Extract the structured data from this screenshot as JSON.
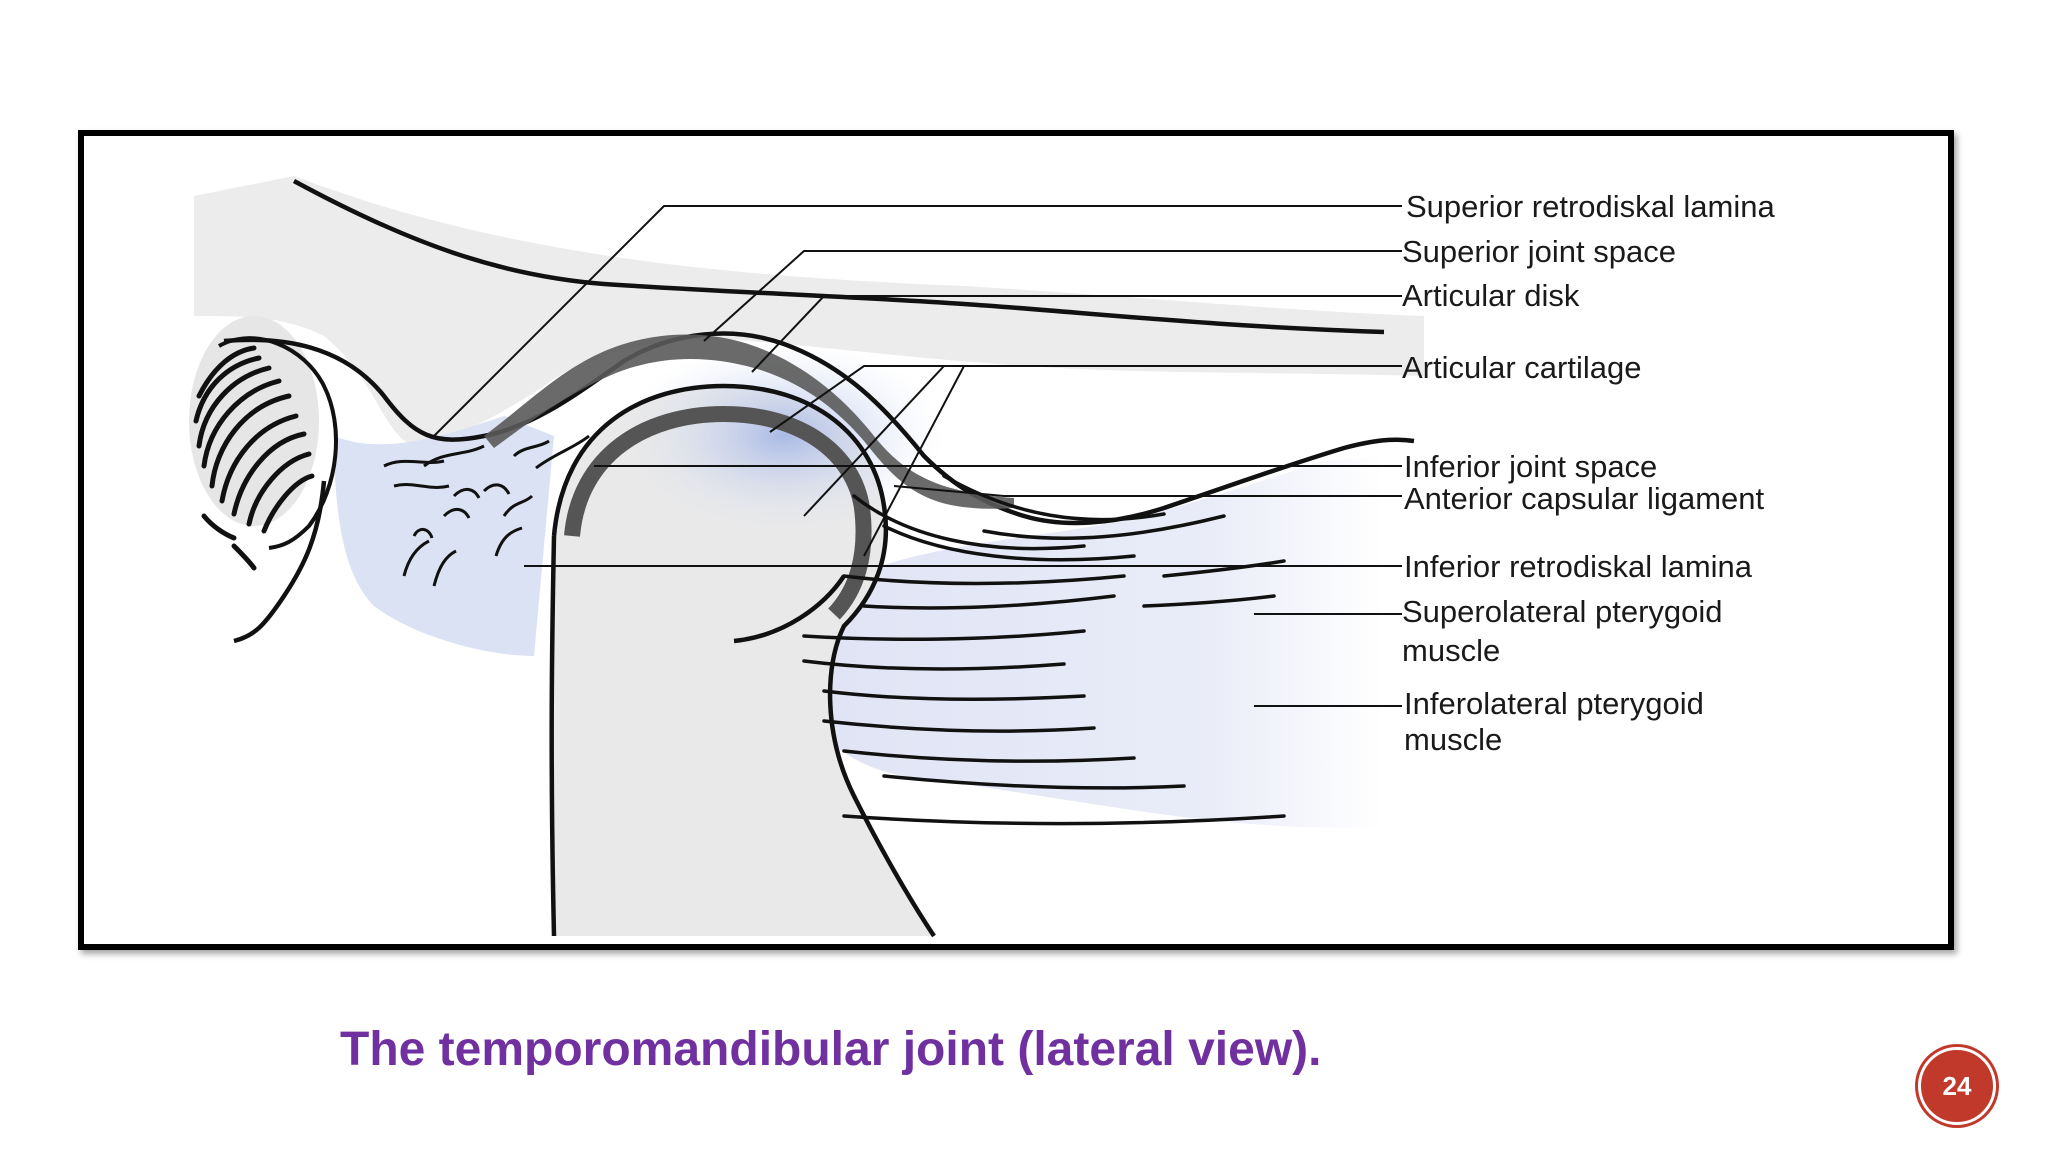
{
  "diagram": {
    "labels": [
      "Superior retrodiskal lamina",
      "Superior joint space",
      "Articular disk",
      "Articular cartilage",
      "Inferior joint space",
      "Anterior capsular ligament",
      "Inferior retrodiskal lamina",
      "Superolateral pterygoid",
      "muscle",
      "Inferolateral pterygoid",
      "muscle"
    ]
  },
  "caption": "The temporomandibular joint (lateral view).",
  "page_number": "24",
  "colors": {
    "caption": "#7030a0",
    "badge": "#c0392b",
    "disk_tint": "#aebfe6"
  }
}
